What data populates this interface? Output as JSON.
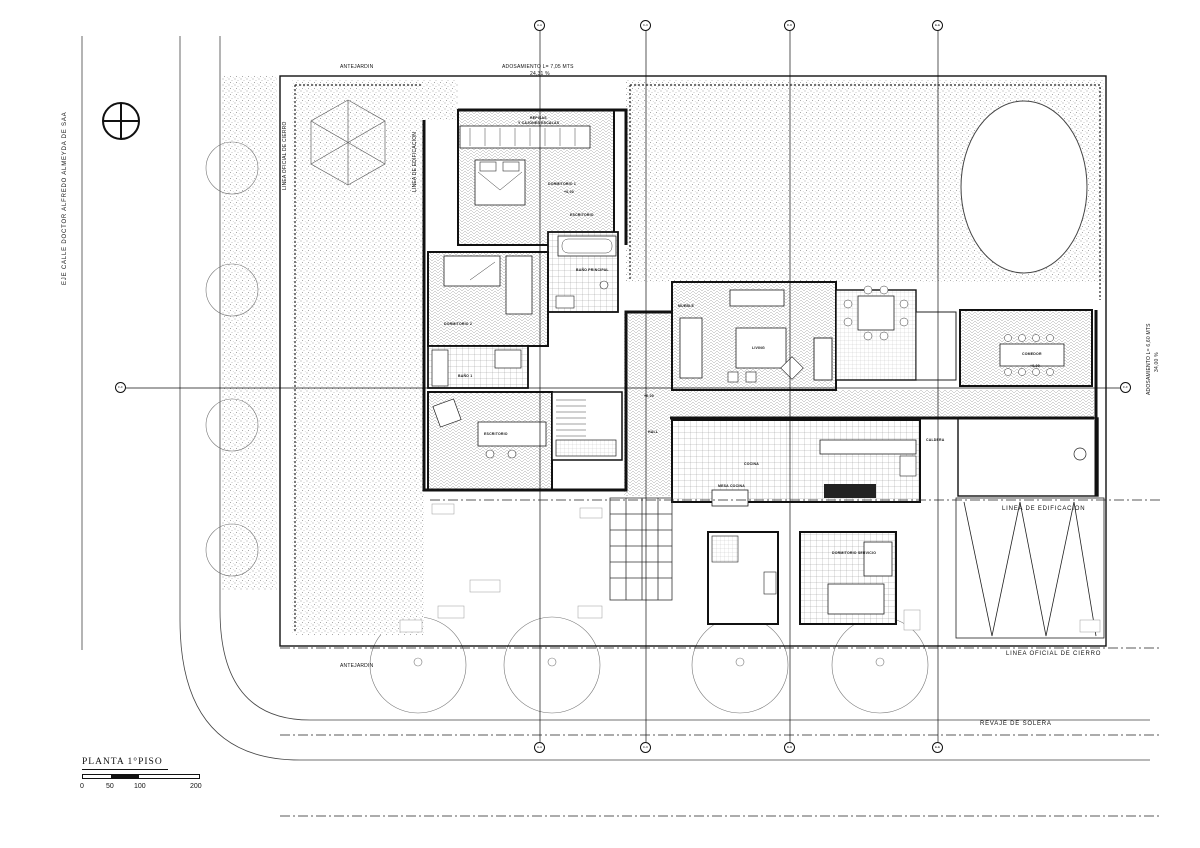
{
  "drawing": {
    "title": "PLANTA 1°PISO",
    "scale_bar": {
      "ticks": [
        "0",
        "50",
        "100",
        "200"
      ]
    }
  },
  "site_labels": {
    "street_axis": "EJE CALLE DOCTOR ALFREDO ALMEYDA DE SAA",
    "antejardin_top": "ANTEJARDIN",
    "antejardin_bottom": "ANTEJARDIN",
    "linea_oficial_cierre_vertical": "LINEA OFICIAL DE CIERRO",
    "linea_edificacion_vertical": "LINEA DE EDIFICACION",
    "linea_edificacion": "LINEA DE EDIFICACION",
    "linea_oficial_cierre": "LINEA OFICIAL DE CIERRO",
    "revaje": "REVAJE DE SOLERA",
    "adosamiento_top": "ADOSAMIENTO L= 7,05 MTS",
    "adosamiento_top_pct": "24,31 %",
    "adosamiento_right": "ADOSAMIENTO L= 6,60 MTS",
    "adosamiento_right_pct": "34,00 %"
  },
  "rooms": {
    "dormitorio1": "DORMITORIO 1",
    "dormitorio2": "DORMITORIO 2",
    "bano1": "BAÑO 1",
    "bano_principal": "BAÑO PRINCIPAL",
    "escritorio": "ESCRITORIO",
    "escritorio_serv": "ESCRITORIO",
    "repisas": "REPISAS",
    "cajones": "Y CAJONES ESCALAS",
    "living": "LIVING",
    "mueble": "MUEBLE",
    "comedor": "COMEDOR",
    "cocina": "COCINA",
    "mesa_cocina": "MESA COCINA",
    "caldera": "CALDERA",
    "dormitorio_serv": "DORMITORIO SERVICIO",
    "hall": "HALL"
  },
  "levels": {
    "nivel_1": "+0,00",
    "nivel_2": "+0,00",
    "nivel_3": "+0,00"
  },
  "grid": {
    "top": [
      "A-A",
      "C-C",
      "D-D",
      "E-E"
    ],
    "bottom": [
      "A-A",
      "C-C",
      "D-D",
      "E-E"
    ],
    "left": "F-F",
    "right": "F-F"
  }
}
